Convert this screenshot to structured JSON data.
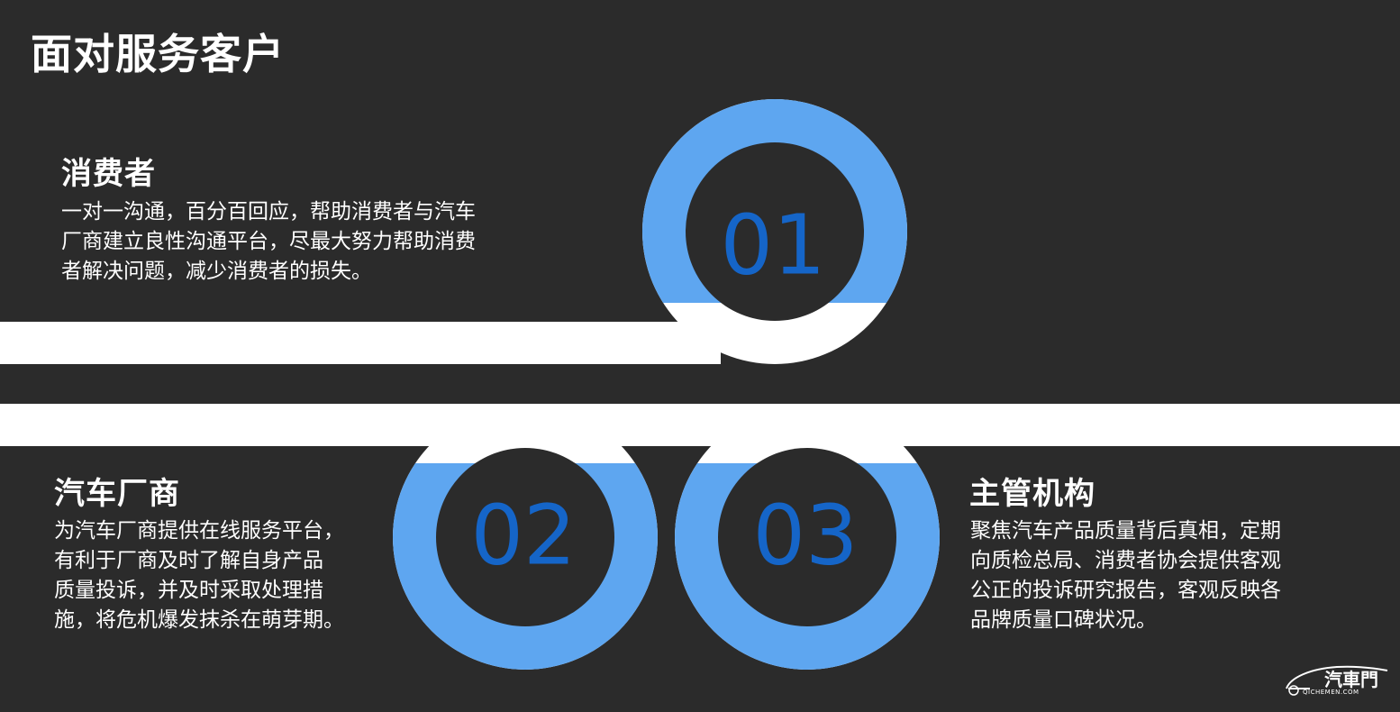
{
  "slide": {
    "title": "面对服务客户",
    "colors": {
      "background": "#2b2b2b",
      "ring": "#5ea6f0",
      "number": "#1565c8",
      "band": "#ffffff"
    },
    "items": [
      {
        "number": "01",
        "heading": "消费者",
        "lines": [
          "一对一沟通，百分百回应，帮助消费者与汽车",
          "厂商建立良性沟通平台，尽最大努力帮助消费",
          "者解决问题，减少消费者的损失。"
        ]
      },
      {
        "number": "02",
        "heading": "汽车厂商",
        "lines": [
          "为汽车厂商提供在线服务平台，",
          "有利于厂商及时了解自身产品",
          "质量投诉，并及时采取处理措",
          "施，将危机爆发抹杀在萌芽期。"
        ]
      },
      {
        "number": "03",
        "heading": "主管机构",
        "lines": [
          "聚焦汽车产品质量背后真相，定期",
          "向质检总局、消费者协会提供客观",
          "公正的投诉研究报告，客观反映各",
          "品牌质量口碑状况。"
        ]
      }
    ]
  },
  "logo": {
    "name": "汽車門",
    "domain": "QICHEMEN.COM",
    "icon": "car-outline-icon"
  }
}
